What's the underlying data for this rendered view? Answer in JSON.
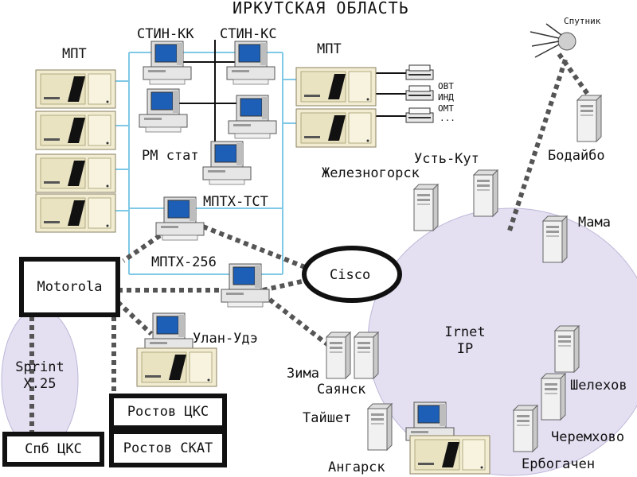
{
  "title": "ИРКУТСКАЯ ОБЛАСТЬ",
  "labels": {
    "mpt_left": "МПТ",
    "mpt_right": "МПТ",
    "stin_kk": "СТИН-КК",
    "stin_ks": "СТИН-КС",
    "rm_stat": "РМ стат",
    "mptx_tst": "МПТХ-ТСТ",
    "mptx_256": "МПТХ-256",
    "ulan_ude": "Улан-Удэ",
    "sputnik": "Спутник",
    "printer_labels": [
      "ОВТ",
      "ИНД",
      "ОМТ",
      "..."
    ]
  },
  "boxes": {
    "motorola": "Motorola",
    "rostov_cks": "Ростов ЦКС",
    "rostov_skat": "Ростов СКАТ",
    "spb_cks": "Спб ЦКС"
  },
  "cisco": "Cisco",
  "sprint": {
    "line1": "Sprint",
    "line2": "X.25"
  },
  "irnet": {
    "line1": "Irnet",
    "line2": "IP"
  },
  "cities": {
    "bodaibo": "Бодайбо",
    "ust_kut": "Усть-Кут",
    "zheleznogorsk": "Железногорск",
    "mama": "Мама",
    "zima": "Зима",
    "sayansk": "Саянск",
    "taishet": "Тайшет",
    "angarsk": "Ангарск",
    "shelekhov": "Шелехов",
    "cheremkhovo": "Черемхово",
    "erbogachen": "Ербогачен"
  },
  "colors": {
    "lan_line": "#7fc8e6",
    "cloud_fill": "#e4e0f2",
    "dotted_link": "#555555",
    "device_beige": "#f2edd2"
  }
}
